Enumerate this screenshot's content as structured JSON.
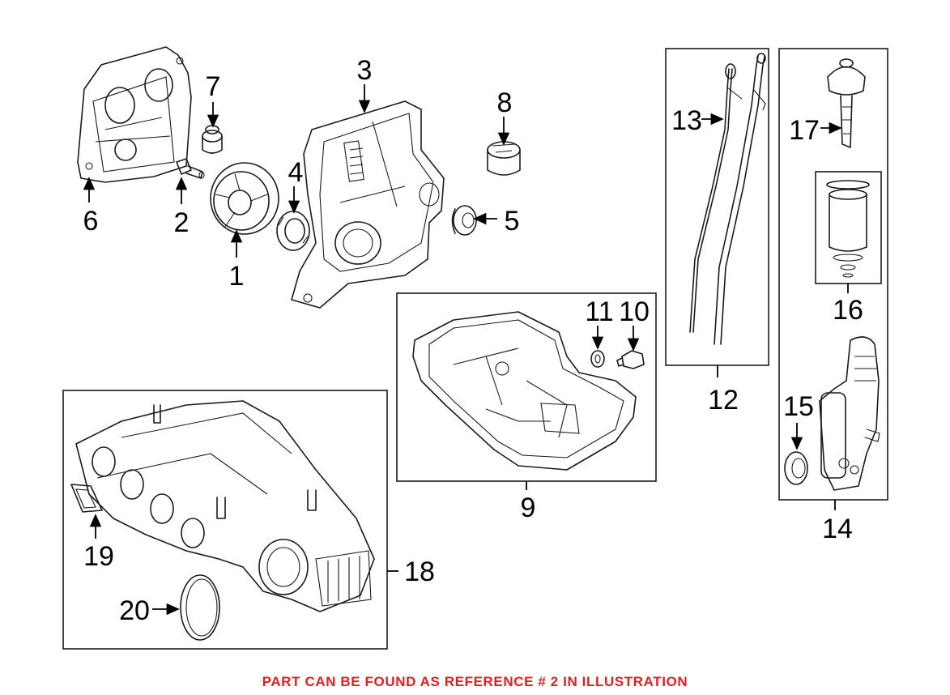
{
  "callouts": {
    "c1": "1",
    "c2": "2",
    "c3": "3",
    "c4": "4",
    "c5": "5",
    "c6": "6",
    "c7": "7",
    "c8": "8",
    "c9": "9",
    "c10": "10",
    "c11": "11",
    "c12": "12",
    "c13": "13",
    "c14": "14",
    "c15": "15",
    "c16": "16",
    "c17": "17",
    "c18": "18",
    "c19": "19",
    "c20": "20"
  },
  "footer": {
    "note": "PART CAN BE FOUND AS REFERENCE # 2 IN ILLUSTRATION",
    "note_color": "#e02020"
  }
}
